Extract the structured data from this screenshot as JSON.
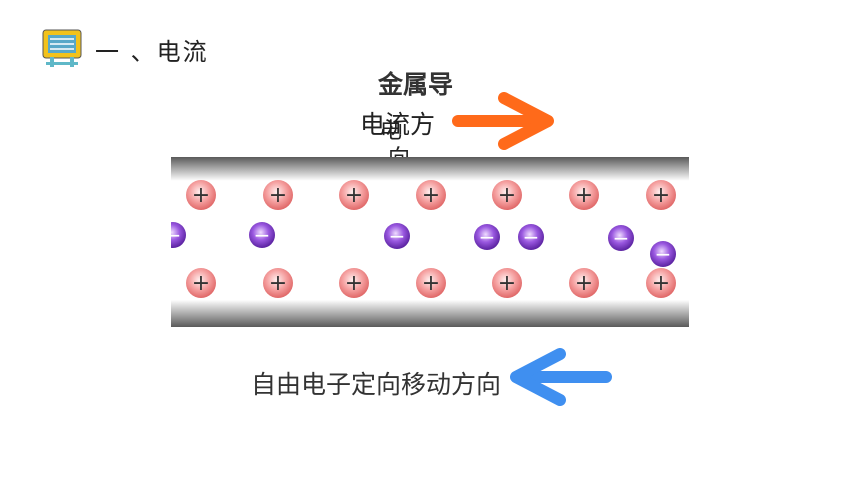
{
  "heading": {
    "text": "一 、电流",
    "icon": "notebook-icon"
  },
  "metal_label": "金属导",
  "current_label": "电流方",
  "electron_label": "电",
  "direction_char": "向",
  "electron_direction": "自由电子定向移动方向",
  "colors": {
    "current_arrow": "#ff6a1a",
    "electron_arrow": "#3f8ff0",
    "positive_ion": "#f28a8a",
    "electron": "#8a3fd0"
  },
  "wire": {
    "positive_ions_top": [
      "+",
      "+",
      "+",
      "+",
      "+",
      "+",
      "+"
    ],
    "positive_ions_bottom": [
      "+",
      "+",
      "+",
      "+",
      "+",
      "+",
      "+"
    ],
    "electrons": [
      "−",
      "−",
      "−",
      "−",
      "−",
      "−",
      "−"
    ]
  }
}
